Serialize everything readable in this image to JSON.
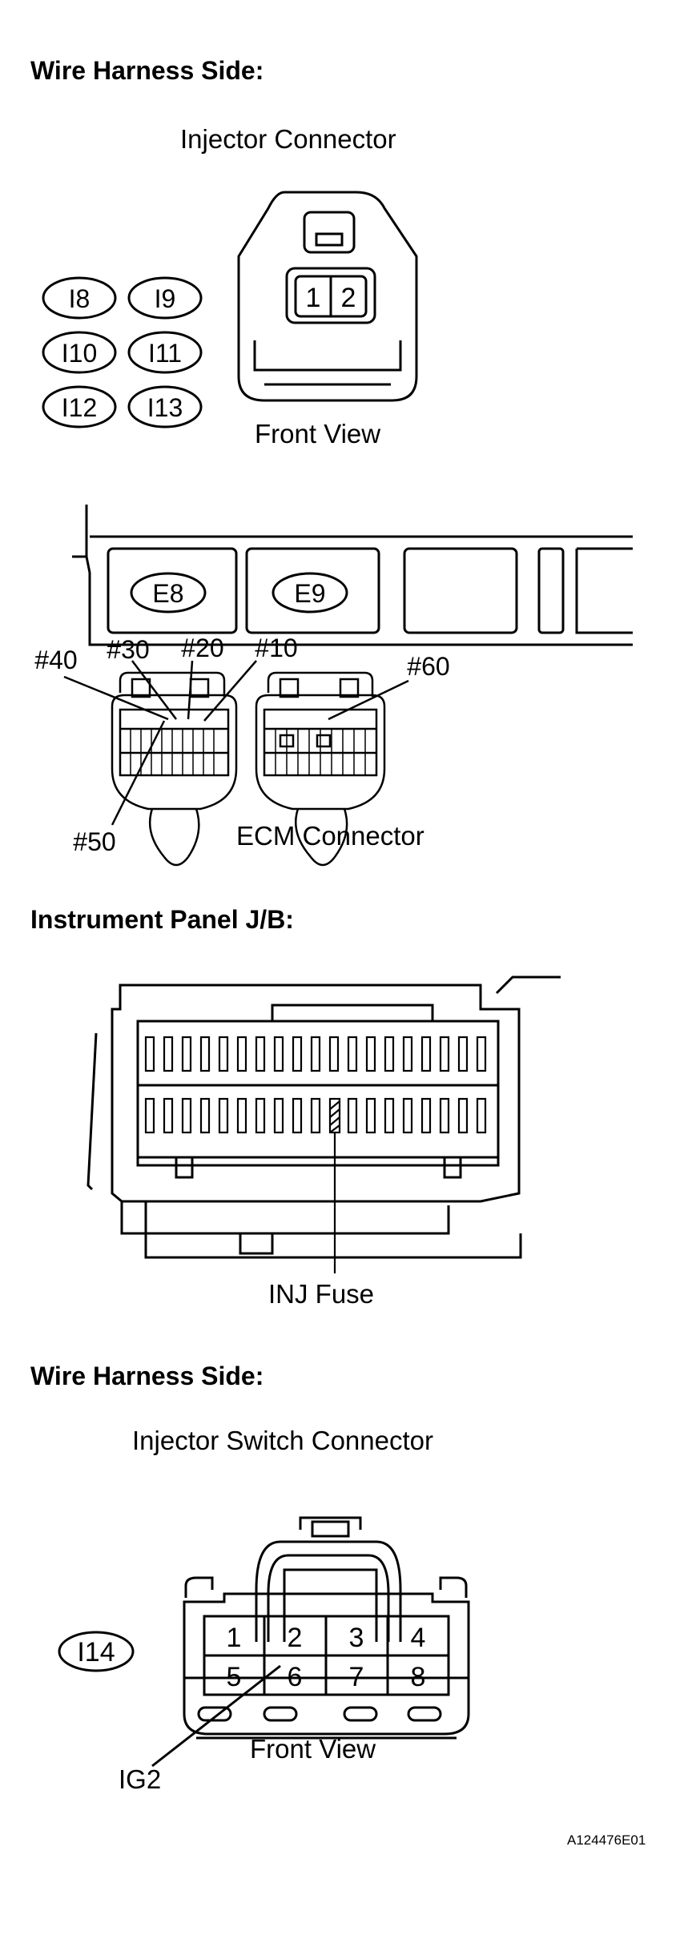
{
  "sections": {
    "wire_harness_1": "Wire Harness Side:",
    "instrument_panel": "Instrument Panel J/B:",
    "wire_harness_2": "Wire Harness Side:"
  },
  "injector": {
    "title": "Injector Connector",
    "view": "Front View",
    "pins": [
      "1",
      "2"
    ],
    "codes": [
      "I8",
      "I9",
      "I10",
      "I11",
      "I12",
      "I13"
    ]
  },
  "ecm": {
    "title": "ECM Connector",
    "codes": [
      "E8",
      "E9"
    ],
    "pin_labels": [
      "#40",
      "#30",
      "#20",
      "#10",
      "#50",
      "#60"
    ]
  },
  "junction_block": {
    "fuse_label": "INJ Fuse"
  },
  "switch": {
    "title": "Injector Switch Connector",
    "code": "I14",
    "pins": [
      "1",
      "2",
      "3",
      "4",
      "5",
      "6",
      "7",
      "8"
    ],
    "terminal_label": "IG2",
    "view": "Front View"
  },
  "figure_id": "A124476E01"
}
